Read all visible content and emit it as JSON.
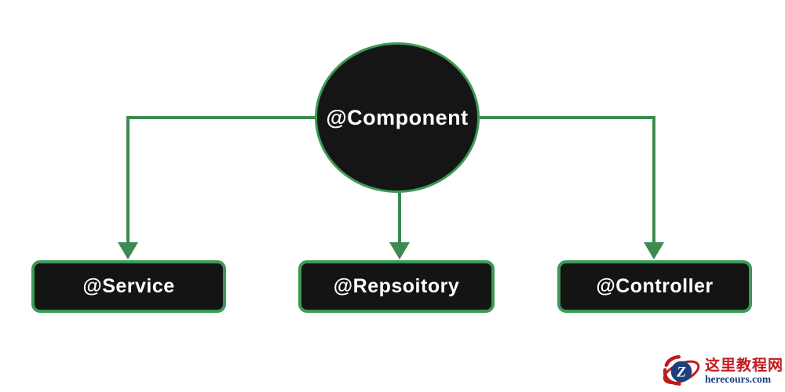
{
  "diagram": {
    "root": {
      "label": "@Component"
    },
    "children": [
      {
        "label": "@Service"
      },
      {
        "label": "@Repsoitory"
      },
      {
        "label": "@Controller"
      }
    ],
    "colors": {
      "node_fill": "#151515",
      "node_border": "#3c9a55",
      "connector": "#3e8b51",
      "label_text": "#ffffff"
    }
  },
  "watermark": {
    "logo_letter": "Z",
    "site_name": "这里教程网",
    "site_domain": "herecours.com",
    "colors": {
      "site_name": "#c11a20",
      "site_domain": "#18407f",
      "logo_circle": "#1d3f7d",
      "logo_swoosh": "#c11a20"
    }
  }
}
